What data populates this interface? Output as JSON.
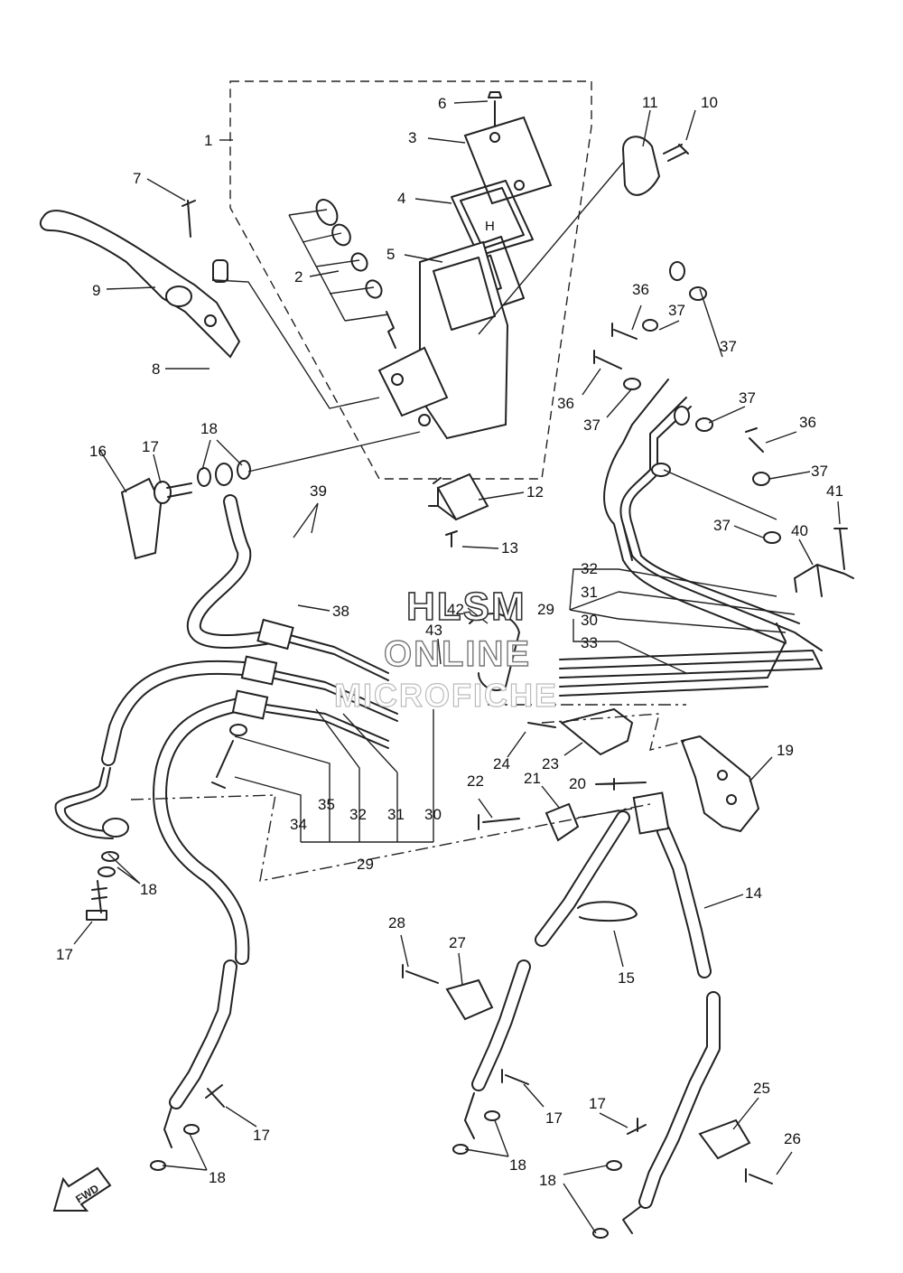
{
  "watermark": {
    "line1": "HLSM",
    "line2": "ONLINE",
    "line3": "MICROFICHE"
  },
  "direction_arrow": {
    "label": "FWD"
  },
  "part_labels": [
    {
      "id": "1",
      "text": "1"
    },
    {
      "id": "2",
      "text": "2"
    },
    {
      "id": "3",
      "text": "3"
    },
    {
      "id": "4",
      "text": "4"
    },
    {
      "id": "5",
      "text": "5"
    },
    {
      "id": "6",
      "text": "6"
    },
    {
      "id": "7",
      "text": "7"
    },
    {
      "id": "8",
      "text": "8"
    },
    {
      "id": "9",
      "text": "9"
    },
    {
      "id": "10",
      "text": "10"
    },
    {
      "id": "11",
      "text": "11"
    },
    {
      "id": "12",
      "text": "12"
    },
    {
      "id": "13",
      "text": "13"
    },
    {
      "id": "14",
      "text": "14"
    },
    {
      "id": "15",
      "text": "15"
    },
    {
      "id": "16",
      "text": "16"
    },
    {
      "id": "17a",
      "text": "17"
    },
    {
      "id": "17b",
      "text": "17"
    },
    {
      "id": "17c",
      "text": "17"
    },
    {
      "id": "17d",
      "text": "17"
    },
    {
      "id": "17e",
      "text": "17"
    },
    {
      "id": "18a",
      "text": "18"
    },
    {
      "id": "18b",
      "text": "18"
    },
    {
      "id": "18c",
      "text": "18"
    },
    {
      "id": "18d",
      "text": "18"
    },
    {
      "id": "18e",
      "text": "18"
    },
    {
      "id": "19",
      "text": "19"
    },
    {
      "id": "20",
      "text": "20"
    },
    {
      "id": "21",
      "text": "21"
    },
    {
      "id": "22",
      "text": "22"
    },
    {
      "id": "23",
      "text": "23"
    },
    {
      "id": "24",
      "text": "24"
    },
    {
      "id": "25",
      "text": "25"
    },
    {
      "id": "26",
      "text": "26"
    },
    {
      "id": "27",
      "text": "27"
    },
    {
      "id": "28",
      "text": "28"
    },
    {
      "id": "29a",
      "text": "29"
    },
    {
      "id": "29b",
      "text": "29"
    },
    {
      "id": "30a",
      "text": "30"
    },
    {
      "id": "30b",
      "text": "30"
    },
    {
      "id": "31a",
      "text": "31"
    },
    {
      "id": "31b",
      "text": "31"
    },
    {
      "id": "32a",
      "text": "32"
    },
    {
      "id": "32b",
      "text": "32"
    },
    {
      "id": "33",
      "text": "33"
    },
    {
      "id": "34",
      "text": "34"
    },
    {
      "id": "35",
      "text": "35"
    },
    {
      "id": "36a",
      "text": "36"
    },
    {
      "id": "36b",
      "text": "36"
    },
    {
      "id": "36c",
      "text": "36"
    },
    {
      "id": "37a",
      "text": "37"
    },
    {
      "id": "37b",
      "text": "37"
    },
    {
      "id": "37c",
      "text": "37"
    },
    {
      "id": "37d",
      "text": "37"
    },
    {
      "id": "37e",
      "text": "37"
    },
    {
      "id": "37f",
      "text": "37"
    },
    {
      "id": "38",
      "text": "38"
    },
    {
      "id": "39",
      "text": "39"
    },
    {
      "id": "40",
      "text": "40"
    },
    {
      "id": "41",
      "text": "41"
    },
    {
      "id": "42",
      "text": "42"
    },
    {
      "id": "43",
      "text": "43"
    }
  ]
}
